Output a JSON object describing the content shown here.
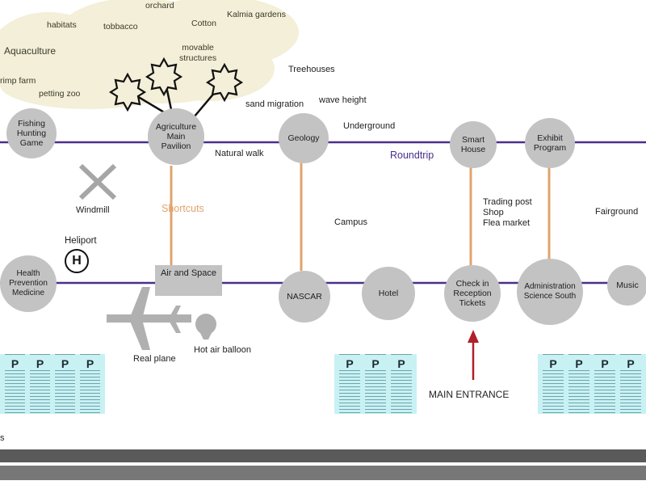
{
  "farm_labels": {
    "orchard": "orchard",
    "habitats": "habitats",
    "tobbacco": "tobbacco",
    "cotton": "Cotton",
    "kalmia": "Kalmia gardens",
    "aquaculture": "Aquaculture",
    "movable": "movable\nstructures",
    "shrimp": "rimp farm",
    "petting": "petting zoo"
  },
  "top_labels": {
    "treehouses": "Treehouses",
    "sand": "sand migration",
    "wave": "wave height",
    "underground": "Underground",
    "natural_walk": "Natural walk"
  },
  "route_labels": {
    "roundtrip": "Roundtrip",
    "shortcuts": "Shortcuts"
  },
  "nodes": {
    "fishing": "Fishing\nHunting\nGame",
    "agriculture": "Agriculture\nMain\nPavilion",
    "geology": "Geology",
    "smart_house": "Smart\nHouse",
    "exhibit": "Exhibit\nProgram",
    "health": "Health\nPrevention\nMedicine",
    "air_space": "Air and Space",
    "nascar": "NASCAR",
    "hotel": "Hotel",
    "checkin": "Check in\nReception\nTickets",
    "admin": "Administration\nScience South",
    "music": "Music"
  },
  "middle_labels": {
    "windmill": "Windmill",
    "heliport": "Heliport",
    "heliport_symbol": "H",
    "campus": "Campus",
    "trading": "Trading post\nShop\nFlea market",
    "fairground": "Fairground",
    "real_plane": "Real plane",
    "balloon": "Hot air balloon",
    "main_entrance": "MAIN ENTRANCE"
  },
  "parking": {
    "lot_left": [
      "P",
      "P",
      "P",
      "P"
    ],
    "lot_center": [
      "P",
      "P",
      "P"
    ],
    "lot_right": [
      "P",
      "P",
      "P",
      "P"
    ]
  },
  "bottom_fragment": "s",
  "icons": {
    "windmill": "x-cross-icon",
    "plane": "airplane-icon",
    "balloon": "balloon-icon",
    "heliport": "heliport-icon",
    "stars": "star-badge-icon",
    "entrance": "arrow-up-icon"
  },
  "colors": {
    "roundtrip_line": "#4a2f8a",
    "shortcut_line": "#e0a46c",
    "node_fill": "#c3c3c3",
    "farm_blob": "#f3efd8",
    "parking_fill": "#c8f1f4",
    "entrance_arrow": "#b01f2a",
    "road": "#5a5a5a"
  }
}
